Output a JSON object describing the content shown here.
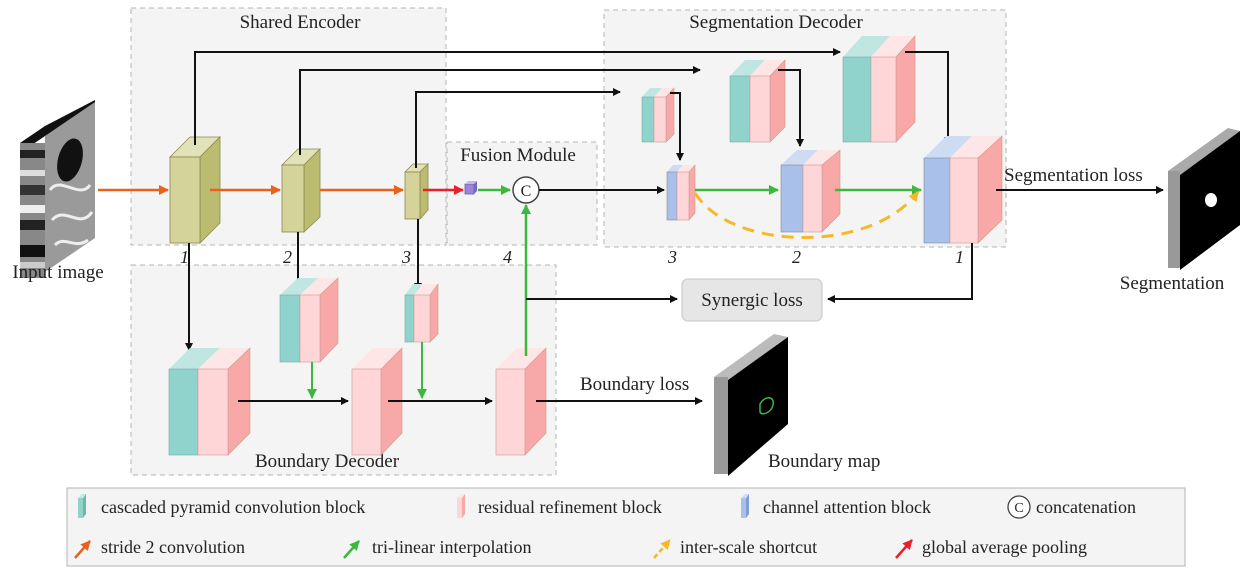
{
  "colors": {
    "encoder_front": "#d4d49a",
    "encoder_side": "#bcbc70",
    "encoder_top": "#e2e2b8",
    "cpc_front": "#8fd3cc",
    "cpc_top": "#c0e6e2",
    "rrb_front": "#ffd6d8",
    "rrb_side": "#f9a8a8",
    "rrb_top": "#ffe6e6",
    "ca_front": "#a9c1ea",
    "ca_top": "#cddbf3",
    "orange_arrow": "#e8621e",
    "green_arrow": "#3db83d",
    "red_arrow": "#e8202a",
    "yellow_dashed": "#f5b82a",
    "black_arrow": "#111111",
    "module_bg": "#f3f4f3",
    "module_border": "#b5b5b5",
    "pool_cube": "#9a86d8"
  },
  "modules": {
    "shared_encoder": "Shared Encoder",
    "segmentation_decoder": "Segmentation Decoder",
    "fusion_module": "Fusion Module",
    "boundary_decoder": "Boundary Decoder"
  },
  "inputs_outputs": {
    "input_image": "Input image",
    "segmentation": "Segmentation",
    "boundary_map": "Boundary map"
  },
  "losses": {
    "segmentation_loss": "Segmentation loss",
    "synergic_loss": "Synergic loss",
    "boundary_loss": "Boundary loss"
  },
  "stage_indices": {
    "encoder": [
      "1",
      "2",
      "3",
      "4"
    ],
    "decoder": [
      "3",
      "2",
      "1"
    ]
  },
  "concat_symbol": "C",
  "legend": {
    "row1": [
      {
        "icon": "cpc-block-icon",
        "label": "cascaded pyramid convolution block"
      },
      {
        "icon": "rrb-block-icon",
        "label": "residual refinement block"
      },
      {
        "icon": "ca-block-icon",
        "label": "channel attention block"
      },
      {
        "icon": "concat-icon",
        "label": "concatenation"
      }
    ],
    "row2": [
      {
        "icon": "orange-arrow-icon",
        "label": "stride 2 convolution"
      },
      {
        "icon": "green-arrow-icon",
        "label": "tri-linear interpolation"
      },
      {
        "icon": "yellow-dashed-arrow-icon",
        "label": "inter-scale shortcut"
      },
      {
        "icon": "red-arrow-icon",
        "label": "global average pooling"
      }
    ]
  }
}
